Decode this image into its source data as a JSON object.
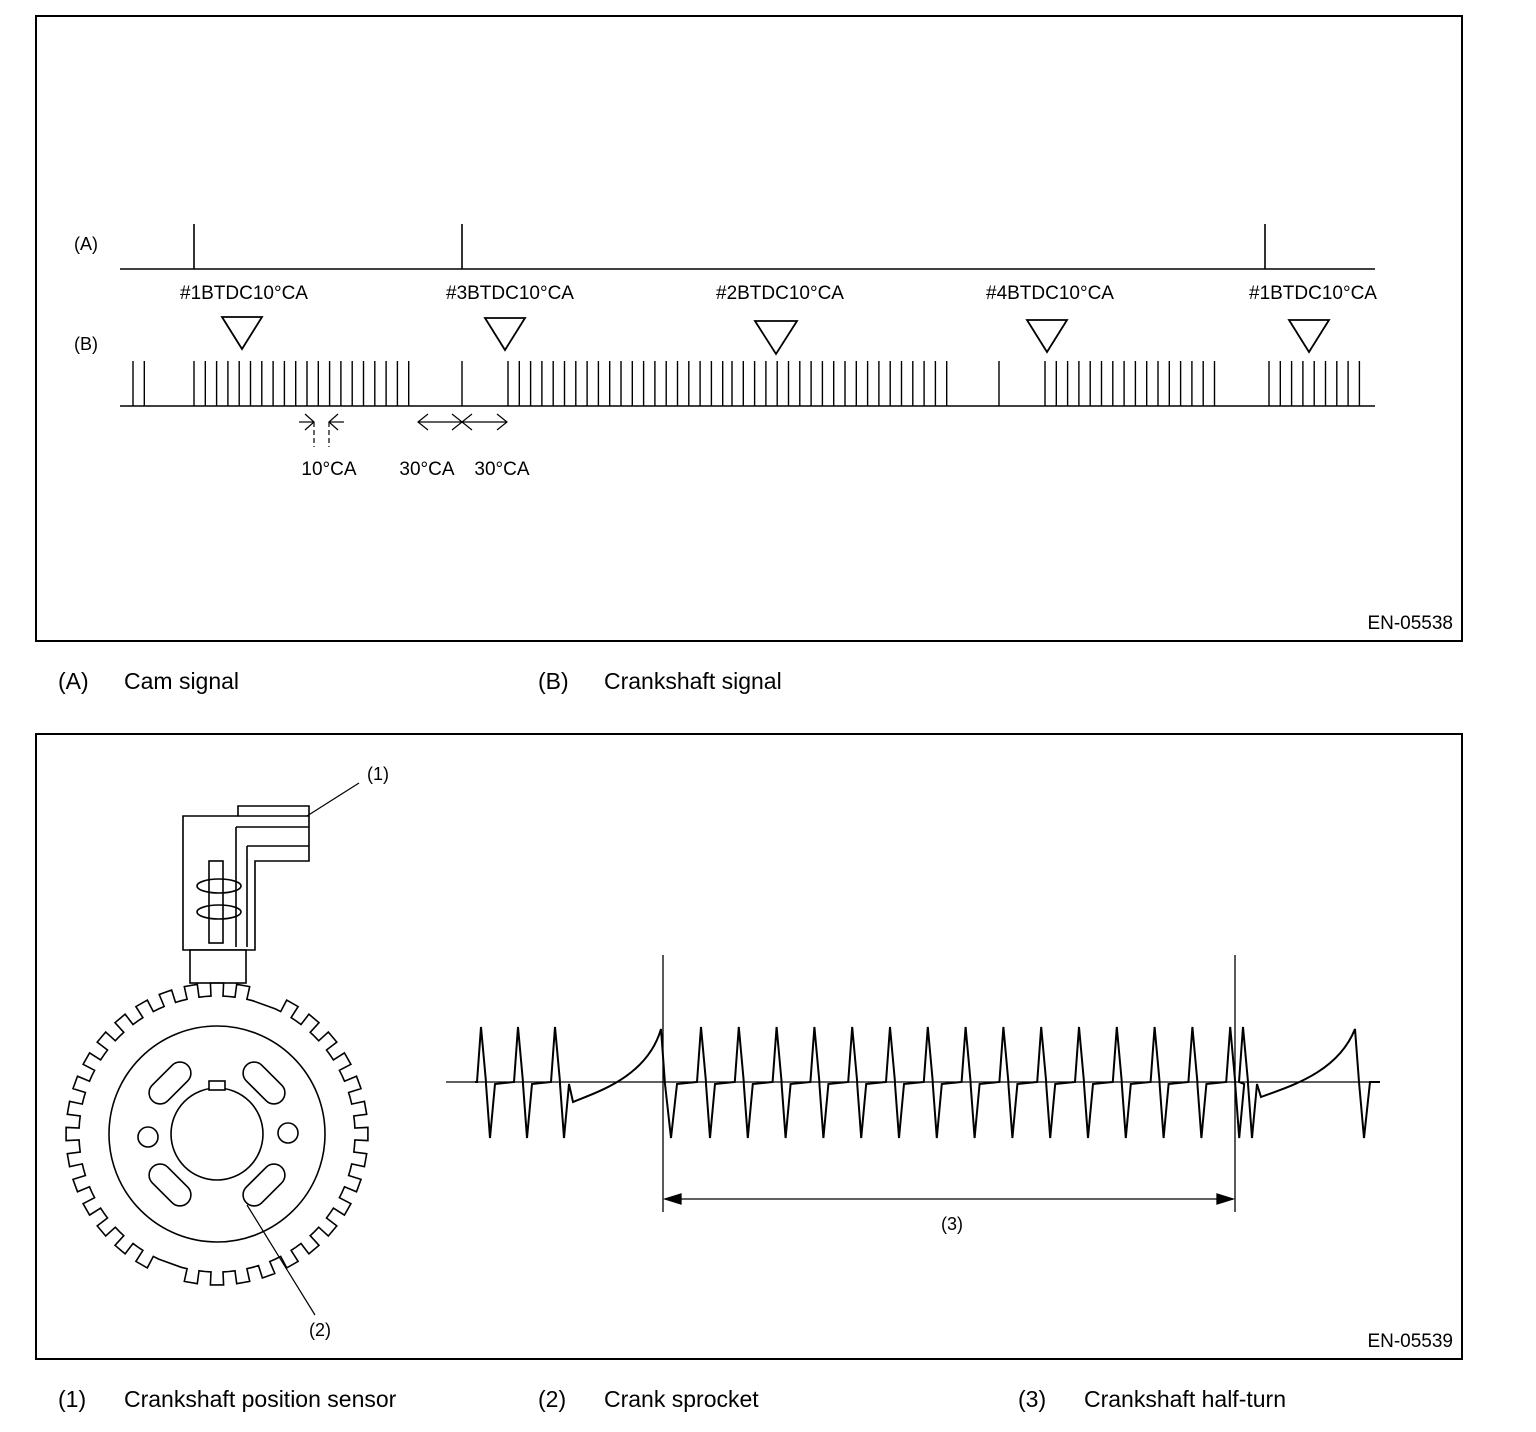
{
  "figure1": {
    "id_label": "EN-05538",
    "row_labels": {
      "cam": "(A)",
      "crank": "(B)"
    },
    "markers": [
      "#1BTDC10°CA",
      "#3BTDC10°CA",
      "#2BTDC10°CA",
      "#4BTDC10°CA",
      "#1BTDC10°CA"
    ],
    "dimensions": {
      "tooth_pitch": "10°CA",
      "gap_left": "30°CA",
      "gap_right": "30°CA"
    }
  },
  "legend1": [
    {
      "code": "(A)",
      "label": "Cam signal"
    },
    {
      "code": "(B)",
      "label": "Crankshaft signal"
    }
  ],
  "figure2": {
    "id_label": "EN-05539",
    "callouts": {
      "sensor": "(1)",
      "sprocket": "(2)",
      "half_turn": "(3)"
    }
  },
  "legend2": [
    {
      "code": "(1)",
      "label": "Crankshaft position sensor"
    },
    {
      "code": "(2)",
      "label": "Crank sprocket"
    },
    {
      "code": "(3)",
      "label": "Crankshaft half-turn"
    }
  ],
  "colors": {
    "line": "#000000",
    "background": "#ffffff"
  }
}
